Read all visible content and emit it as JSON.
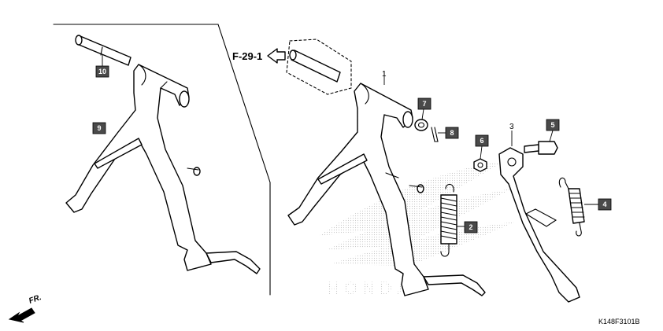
{
  "diagram": {
    "reference_label": "F-29-1",
    "direction_label": "FR.",
    "drawing_code": "K148F3101B",
    "watermark_brand": "HONDA",
    "plain_callouts": {
      "main_stand": "1",
      "side_stand": "3",
      "collar_ring": "7"
    },
    "boxed_callouts": {
      "spring_main": "2",
      "spring_side": "4",
      "bolt": "5",
      "nut": "6",
      "washer": "7",
      "clip": "8",
      "inset_main_stand": "9",
      "inset_pivot_shaft": "10"
    },
    "colors": {
      "line": "#000000",
      "tag_fill": "#4a4a4a",
      "tag_text": "#ffffff",
      "watermark": "#c9c9c9"
    }
  }
}
